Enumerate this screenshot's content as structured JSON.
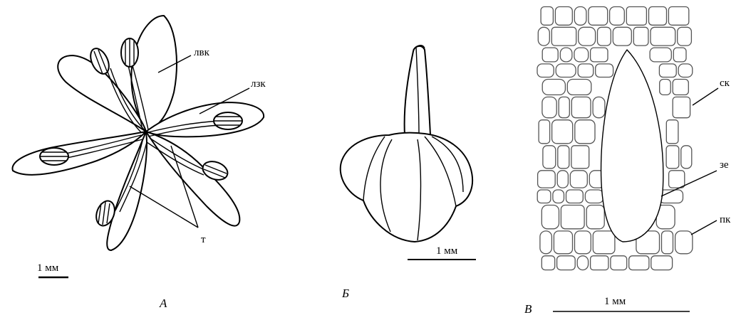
{
  "panels": {
    "a": {
      "caption": "А",
      "labels": {
        "petal_inner": "лвк",
        "petal_outer": "лзк",
        "stamens": "т"
      },
      "scale_label": "1 мм"
    },
    "b": {
      "caption": "Б",
      "scale_label": "1 мм"
    },
    "c": {
      "caption": "В",
      "labels": {
        "sk": "ск",
        "ze": "зе",
        "pk": "пк"
      },
      "scale_label": "1 мм"
    }
  }
}
